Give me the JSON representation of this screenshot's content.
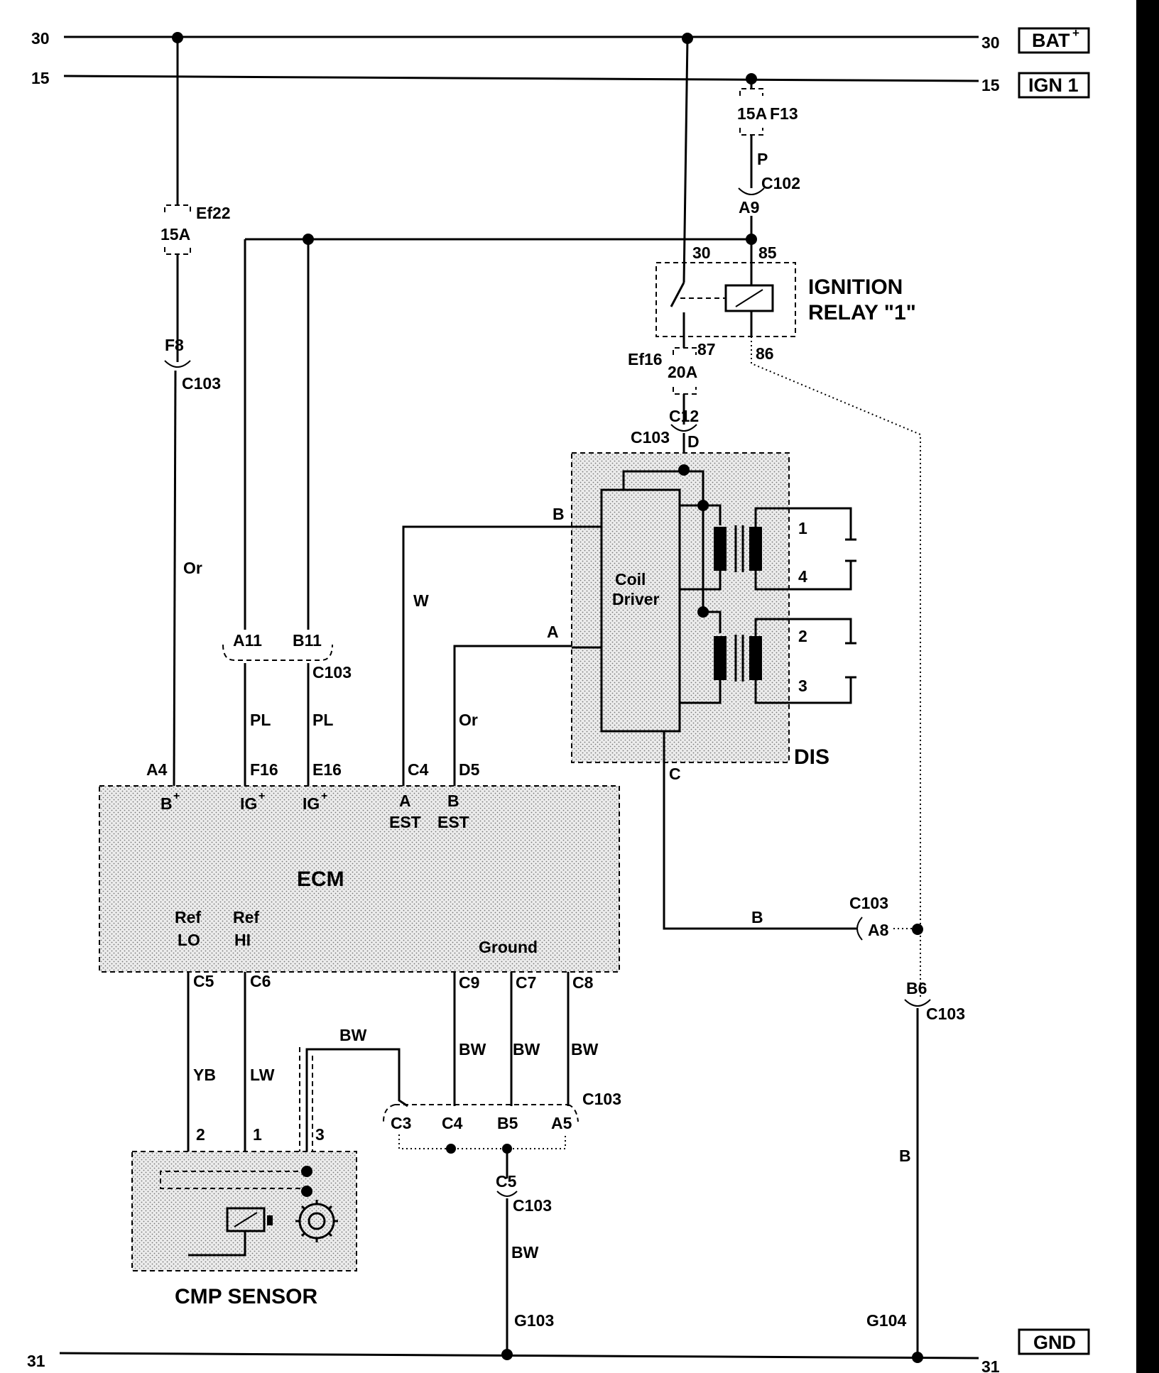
{
  "rails": {
    "bat_num_left": "30",
    "bat_num_right": "30",
    "bat_label": "BAT",
    "bat_sup": "+",
    "ign_num_left": "15",
    "ign_num_right": "15",
    "ign_label": "IGN 1",
    "gnd_num_left": "31",
    "gnd_num_right": "31",
    "gnd_label": "GND"
  },
  "fuses": {
    "ef22_name": "Ef22",
    "ef22_rating": "15A",
    "f13_name": "F13",
    "f13_rating": "15A",
    "ef16_name": "Ef16",
    "ef16_rating": "20A"
  },
  "relay": {
    "title1": "IGNITION",
    "title2": "RELAY \"1\"",
    "pin30": "30",
    "pin85": "85",
    "pin87": "87",
    "pin86": "86"
  },
  "dis": {
    "title": "DIS",
    "driver1": "Coil",
    "driver2": "Driver",
    "in_b": "B",
    "in_a": "A",
    "pin_d": "D",
    "pin_c": "C",
    "cyl1": "1",
    "cyl4": "4",
    "cyl2": "2",
    "cyl3": "3"
  },
  "ecm": {
    "title": "ECM",
    "b_plus": "B",
    "ig1": "IG",
    "ig2": "IG",
    "plus": "+",
    "est_a_top": "A",
    "est_a_bot": "EST",
    "est_b_top": "B",
    "est_b_bot": "EST",
    "ref_lo_top": "Ref",
    "ref_lo_bot": "LO",
    "ref_hi_top": "Ref",
    "ref_hi_bot": "HI",
    "ground": "Ground"
  },
  "pins": {
    "a4": "A4",
    "f16": "F16",
    "e16": "E16",
    "c4": "C4",
    "d5": "D5",
    "c5": "C5",
    "c6": "C6",
    "c9": "C9",
    "c7": "C7",
    "c8": "C8"
  },
  "connectors": {
    "c102": "C102",
    "a9": "A9",
    "f8": "F8",
    "c103_f8": "C103",
    "c12": "C12",
    "c103_c12": "C103",
    "a11": "A11",
    "b11": "B11",
    "c103_ab11": "C103",
    "c103_a8": "C103",
    "a8": "A8",
    "b6": "B6",
    "c103_b6": "C103",
    "c103_gnd": "C103",
    "c3": "C3",
    "c4": "C4",
    "b5": "B5",
    "a5": "A5",
    "c5": "C5",
    "c103_c5": "C103"
  },
  "wires": {
    "p": "P",
    "or_a4": "Or",
    "w_c4": "W",
    "or_d5": "Or",
    "pl_1": "PL",
    "pl_2": "PL",
    "b_c": "B",
    "b_gnd": "B",
    "yb": "YB",
    "lw": "LW",
    "bw_shield": "BW",
    "bw_1": "BW",
    "bw_2": "BW",
    "bw_3": "BW",
    "bw_gnd": "BW"
  },
  "sensor": {
    "title": "CMP SENSOR",
    "pin2": "2",
    "pin1": "1",
    "pin3": "3"
  },
  "grounds": {
    "g103": "G103",
    "g104": "G104"
  }
}
